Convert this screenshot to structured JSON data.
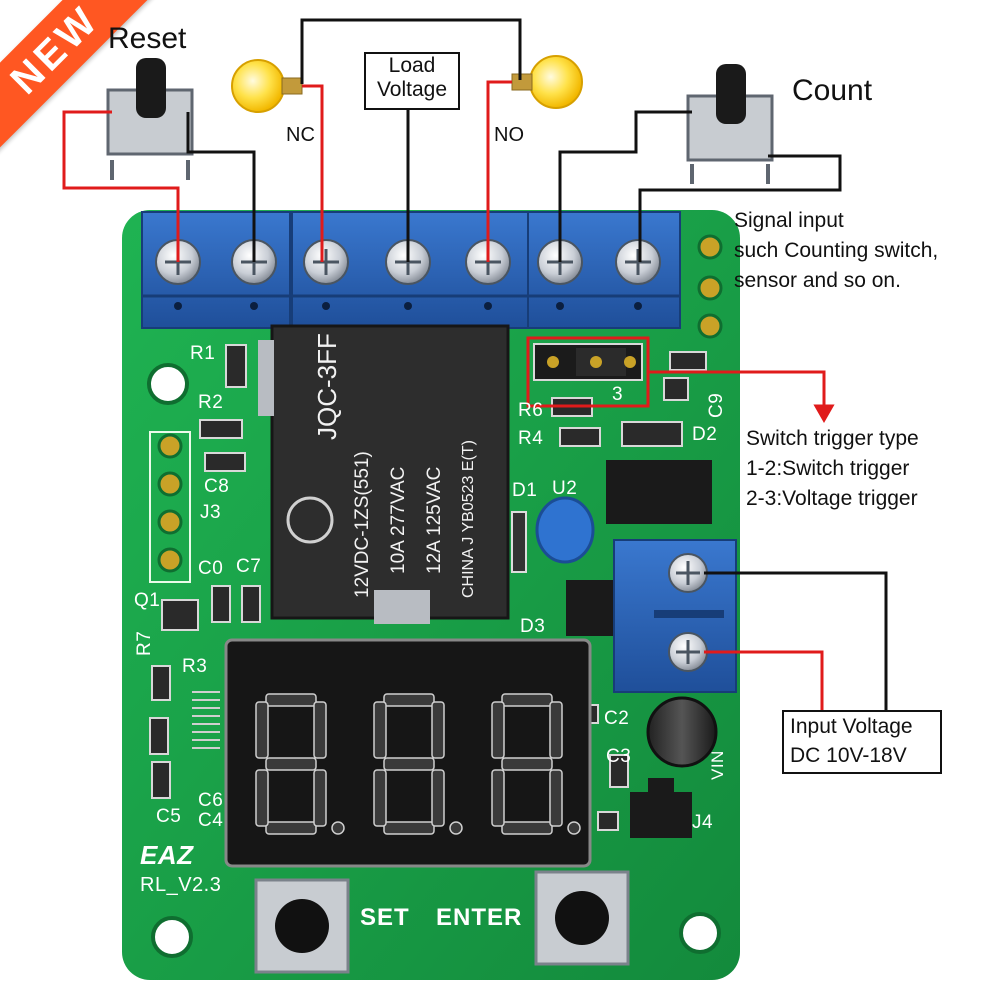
{
  "badge": {
    "text": "NEW",
    "color": "#ff5722"
  },
  "callouts": {
    "reset": "Reset",
    "count": "Count",
    "load_voltage": [
      "Load",
      "Voltage"
    ],
    "nc": "NC",
    "no": "NO",
    "signal_input": [
      "Signal input",
      "such Counting switch,",
      "sensor and so on."
    ],
    "switch_trigger": [
      "Switch trigger type",
      "1-2:Switch trigger",
      "2-3:Voltage trigger"
    ],
    "input_voltage": [
      "Input Voltage",
      "DC 10V-18V"
    ]
  },
  "relay": {
    "model": "JQC-3FF",
    "lines": [
      "12VDC-1ZS(551)",
      "10A 277VAC",
      "12A 125VAC",
      "CHINA J  YB0523 E(T)"
    ]
  },
  "board": {
    "brand": "EAZ",
    "version": "RL_V2.3",
    "silk": {
      "r1": "R1",
      "r2": "R2",
      "c8": "C8",
      "j3": "J3",
      "c0": "C0",
      "c7": "C7",
      "q1": "Q1",
      "r7": "R7",
      "r3": "R3",
      "c5": "C5",
      "c6": "C6",
      "c4": "C4",
      "r6": "R6",
      "r4": "R4",
      "d1": "D1",
      "u2": "U2",
      "d2": "D2",
      "d3": "D3",
      "c9": "C9",
      "c2": "C2",
      "c3": "C3",
      "j4": "J4",
      "jumper_num": "3",
      "vin": "VIN"
    }
  },
  "buttons": {
    "set": "SET",
    "enter": "ENTER"
  },
  "display": {
    "digits": 3
  },
  "colors": {
    "pcb": "#17a34a",
    "terminal_blue": "#2b63b8",
    "wire_red": "#e01b1b",
    "wire_black": "#111111",
    "bulb": "#ffd21f"
  }
}
